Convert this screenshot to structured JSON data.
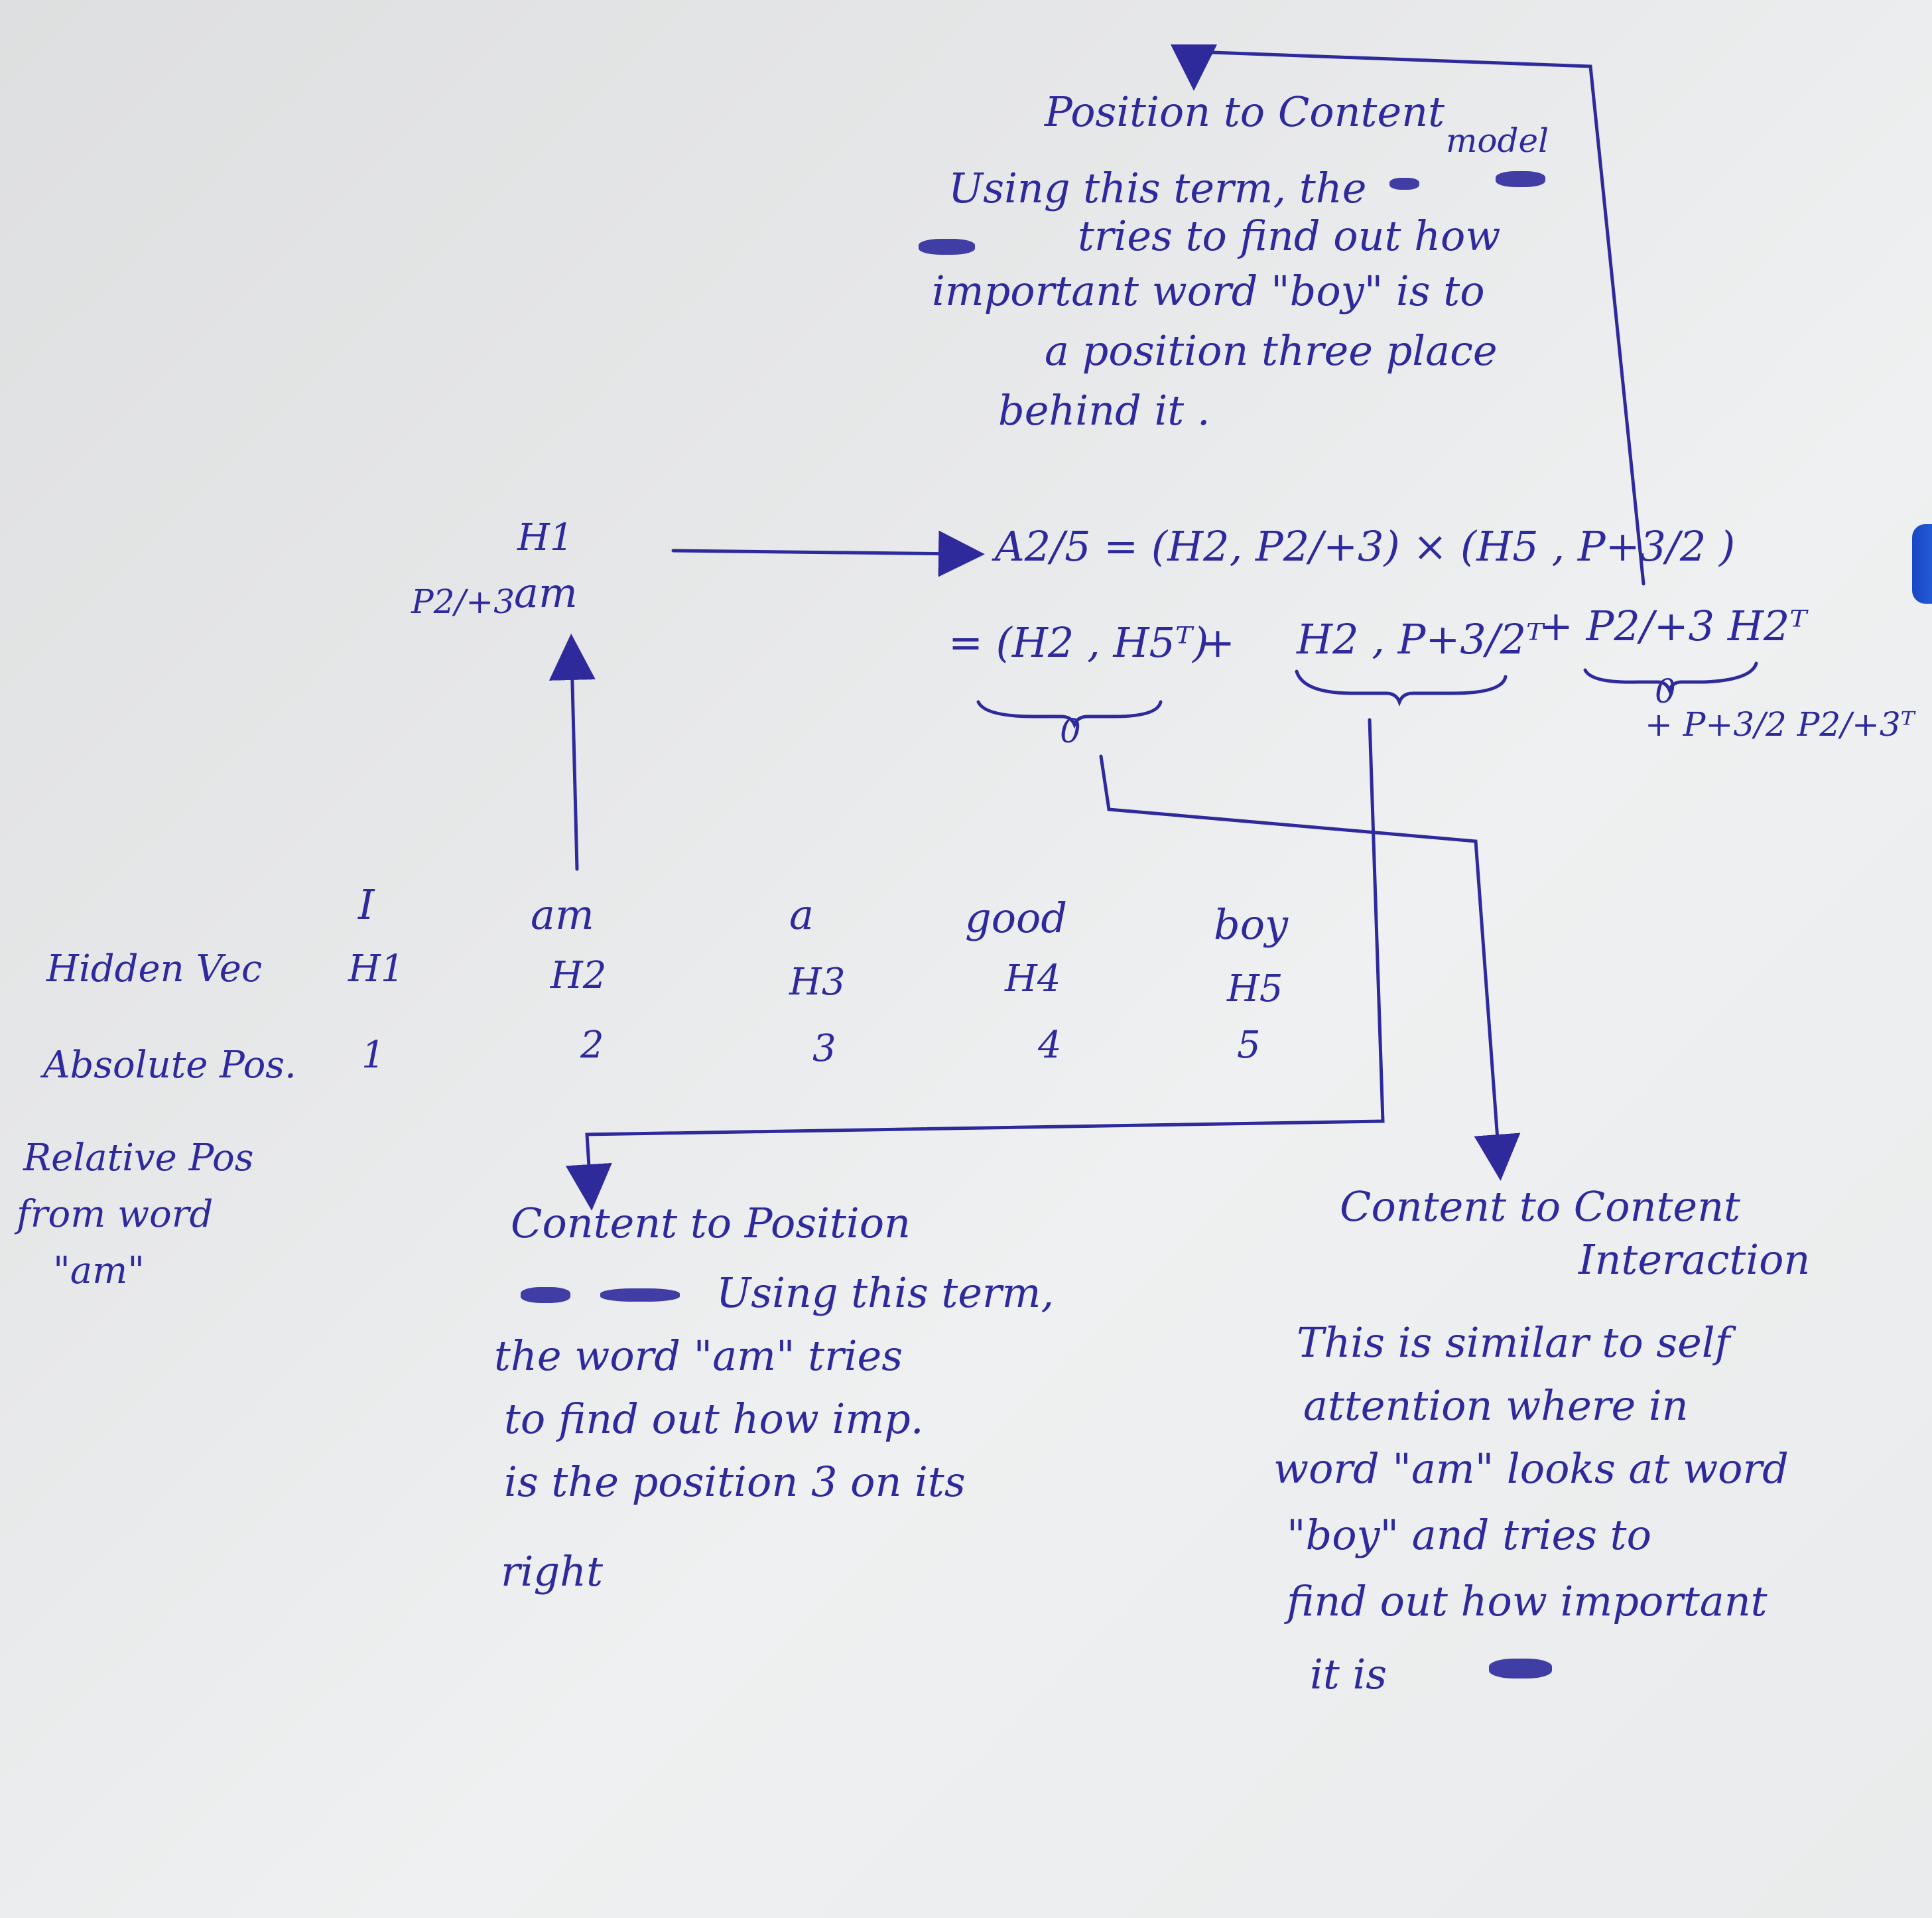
{
  "notes": {
    "position_to_content": {
      "heading": "Position to Content",
      "model_word": "model",
      "lines": [
        "Using this term, the",
        "tries to find out how",
        "important word \"boy\" is to",
        "a position three place",
        "behind it ."
      ]
    },
    "equation": {
      "left_h": "H1",
      "left_word": "am",
      "left_pos": "P2/+3",
      "line1": "A2/5 = (H2, P2/+3) × (H5 , P+3/2 )",
      "line2_t1": "= (H2 , H5ᵀ)",
      "line2_plus1": "+",
      "line2_t2": "H2 , P+3/2ᵀ",
      "line2_t3": "+ P2/+3 H2ᵀ",
      "line2_t4": "+ P+3/2 P2/+3ᵀ",
      "zero_a": "0",
      "zero_b": "0"
    },
    "table": {
      "words": [
        "I",
        "am",
        "a",
        "good",
        "boy"
      ],
      "hidden_label": "Hidden Vec",
      "hidden": [
        "H1",
        "H2",
        "H3",
        "H4",
        "H5"
      ],
      "abs_label": "Absolute Pos.",
      "abs": [
        "1",
        "2",
        "3",
        "4",
        "5"
      ],
      "rel_label_lines": [
        "Relative Pos",
        "from word",
        "\"am\""
      ]
    },
    "content_to_position": {
      "heading": "Content to Position",
      "lines": [
        "Using this term,",
        "the word \"am\" tries",
        "to find out how imp.",
        "is the position 3 on its",
        "right"
      ]
    },
    "content_to_content": {
      "heading_line1": "Content to Content",
      "heading_line2": "Interaction",
      "lines": [
        "This is similar to self",
        "attention where in",
        "word \"am\" looks at word",
        "\"boy\" and tries to",
        "find out how important",
        "it is"
      ]
    }
  },
  "colors": {
    "ink": "#2e2a9c",
    "paper": "#e9ebec"
  }
}
